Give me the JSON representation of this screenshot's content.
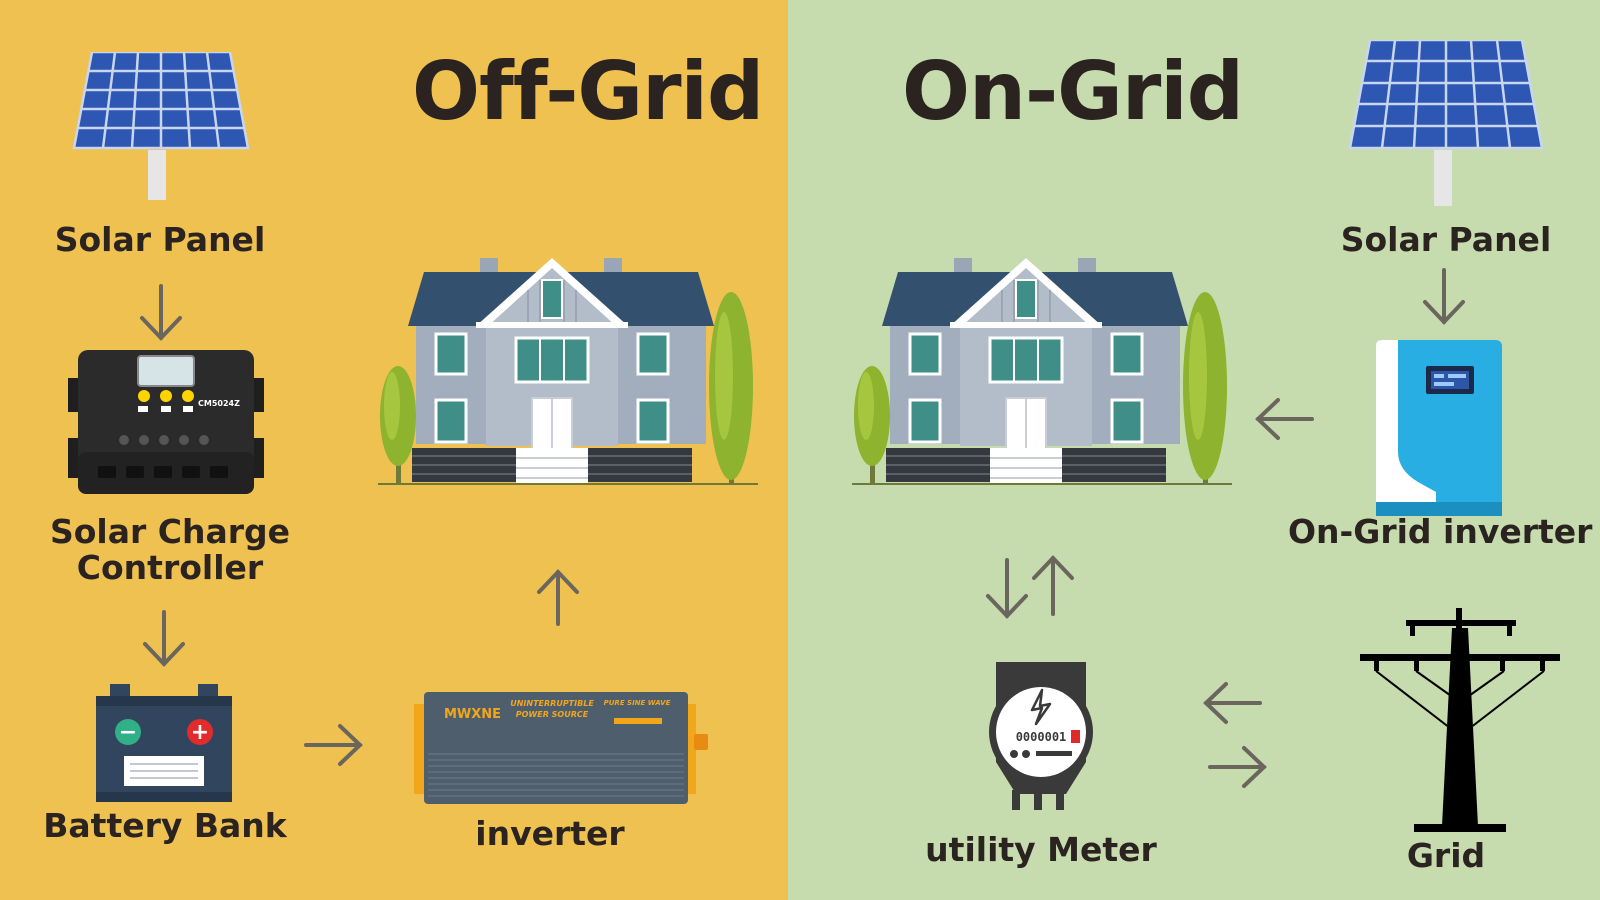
{
  "colors": {
    "off_grid_bg": "#efc150",
    "on_grid_bg": "#c6dbae",
    "text": "#2a2320",
    "arrow": "#6b665d",
    "roof": "#33506e",
    "wall": "#a2adbd",
    "controller_body": "#2b2b2b",
    "battery_body": "#31455e",
    "inverter_body": "#4f5e6c",
    "inverter_accent": "#f2a71b",
    "ongrid_inverter": "#29aee4",
    "meter_body": "#3a3a3a"
  },
  "off_grid": {
    "title": "Off-Grid",
    "solar_panel": "Solar Panel",
    "charge_controller": [
      "Solar Charge",
      "Controller"
    ],
    "controller_model": "CM5024Z",
    "battery_bank": "Battery Bank",
    "battery_minus": "−",
    "battery_plus": "+",
    "inverter": "inverter",
    "inverter_brand": "MWXNE",
    "inverter_text": [
      "UNINTERRUPTIBLE",
      "POWER SOURCE"
    ],
    "inverter_badge": "PURE SINE WAVE"
  },
  "on_grid": {
    "title": "On-Grid",
    "solar_panel": "Solar Panel",
    "inverter": "On-Grid inverter",
    "utility_meter": "utility Meter",
    "meter_digits": "0000001",
    "grid": "Grid"
  }
}
